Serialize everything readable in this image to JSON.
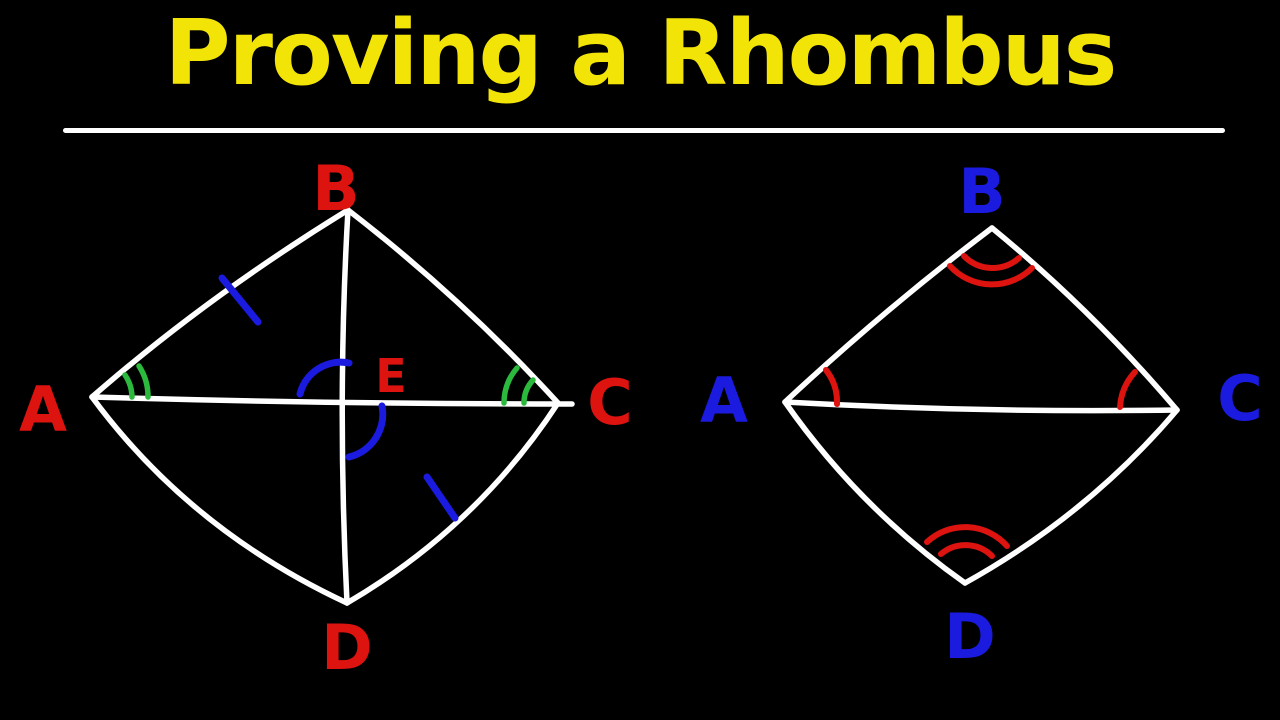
{
  "title": "Proving a Rhombus",
  "colors": {
    "background": "#000000",
    "title_yellow": "#F3E408",
    "shape_white": "#FFFFFF",
    "label_left_red": "#DD1310",
    "label_right_blue": "#1B1BE0",
    "mark_blue": "#1B1BE0",
    "mark_green": "#2BBA3E",
    "mark_red": "#DD1310"
  },
  "left_diagram": {
    "description": "Rhombus ABCD with both diagonals AC and BD meeting at E; blue tick marks show AB congruent to CD, green double arcs show congruent angles at A and C, blue arcs mark vertical angles at E",
    "labels": {
      "a": "A",
      "b": "B",
      "c": "C",
      "d": "D",
      "e": "E"
    },
    "marks": [
      "tick-side-ab",
      "tick-side-cd",
      "double-angle-arc-at-a",
      "double-angle-arc-at-c",
      "angle-arc-at-e-upper",
      "angle-arc-at-e-lower"
    ]
  },
  "right_diagram": {
    "description": "Rhombus ABCD with single diagonal AC; red double arcs show the diagonal bisecting angles B and D, red single arcs mark angles at A and C",
    "labels": {
      "a": "A",
      "b": "B",
      "c": "C",
      "d": "D"
    },
    "marks": [
      "double-angle-arc-at-b",
      "double-angle-arc-at-d",
      "angle-arc-at-a",
      "angle-arc-at-c"
    ]
  }
}
